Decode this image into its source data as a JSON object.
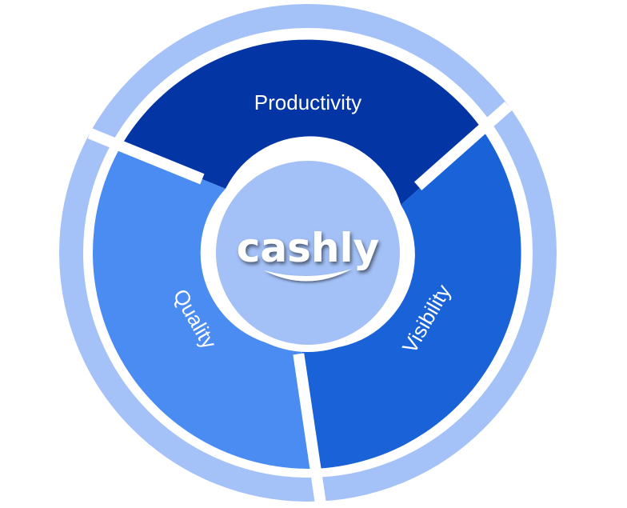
{
  "diagram": {
    "center_logo": {
      "text": "cashly",
      "icon": "smile-swoosh-icon"
    },
    "segments": [
      {
        "id": "productivity",
        "label": "Productivity",
        "color": "#0336a4"
      },
      {
        "id": "visibility",
        "label": "Visibility",
        "color": "#1a62d8"
      },
      {
        "id": "quality",
        "label": "Quality",
        "color": "#4a8cf2"
      }
    ],
    "colors": {
      "outer_ring": "#a5c2f8",
      "center_disc": "#a3c1f7",
      "gap": "#ffffff"
    }
  }
}
